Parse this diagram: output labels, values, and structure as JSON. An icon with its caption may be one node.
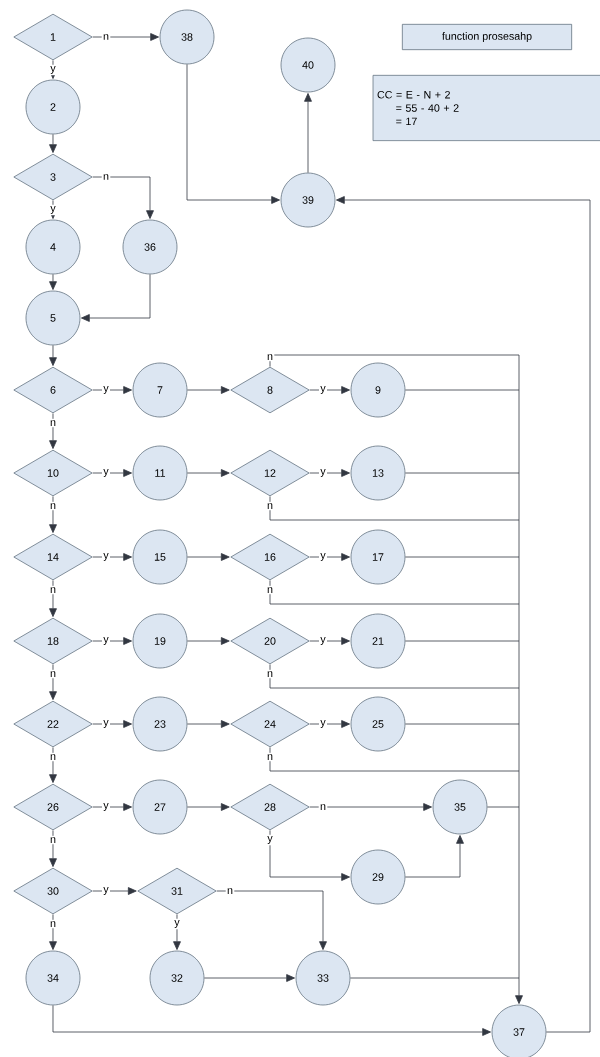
{
  "diagram": {
    "nodes": [
      {
        "text": [
          "1"
        ]
      },
      {
        "text": [
          "2"
        ]
      },
      {
        "text": [
          "3"
        ]
      },
      {
        "text": [
          "4"
        ]
      },
      {
        "text": [
          "5"
        ]
      },
      {
        "text": [
          "6"
        ]
      },
      {
        "text": [
          "7"
        ]
      },
      {
        "text": [
          "8"
        ]
      },
      {
        "text": [
          "9"
        ]
      },
      {
        "text": [
          "10"
        ]
      },
      {
        "text": [
          "11"
        ]
      },
      {
        "text": [
          "12"
        ]
      },
      {
        "text": [
          "13"
        ]
      },
      {
        "text": [
          "14"
        ]
      },
      {
        "text": [
          "15"
        ]
      },
      {
        "text": [
          "16"
        ]
      },
      {
        "text": [
          "17"
        ]
      },
      {
        "text": [
          "18"
        ]
      },
      {
        "text": [
          "19"
        ]
      },
      {
        "text": [
          "20"
        ]
      },
      {
        "text": [
          "21"
        ]
      },
      {
        "text": [
          "22"
        ]
      },
      {
        "text": [
          "23"
        ]
      },
      {
        "text": [
          "24"
        ]
      },
      {
        "text": [
          "25"
        ]
      },
      {
        "text": [
          "26"
        ]
      },
      {
        "text": [
          "27"
        ]
      },
      {
        "text": [
          "28"
        ]
      },
      {
        "text": [
          "29"
        ]
      },
      {
        "text": [
          "30"
        ]
      },
      {
        "text": [
          "31"
        ]
      },
      {
        "text": [
          "32"
        ]
      },
      {
        "text": [
          "33"
        ]
      },
      {
        "text": [
          "34"
        ]
      },
      {
        "text": [
          "35"
        ]
      },
      {
        "text": [
          "36"
        ]
      },
      {
        "text": [
          "37"
        ]
      },
      {
        "text": [
          "38"
        ]
      },
      {
        "text": [
          "39"
        ]
      },
      {
        "text": [
          "40"
        ]
      },
      {
        "text": [
          "function prosesahp"
        ]
      },
      {
        "text": [
          "CC = E - N + 2",
          "= 55 - 40 + 2",
          "= 17"
        ]
      }
    ],
    "edges": [
      {
        "from": 0,
        "to": 37,
        "arrow": "to",
        "label": "n"
      },
      {
        "from": 0,
        "to": 1,
        "arrow": "to",
        "label": "y"
      },
      {
        "from": 1,
        "to": 2,
        "arrow": "to"
      },
      {
        "from": 2,
        "to": 35,
        "arrow": "to",
        "label": "n"
      },
      {
        "from": 2,
        "to": 3,
        "arrow": "to",
        "label": "y"
      },
      {
        "from": 3,
        "to": 4,
        "arrow": "to"
      },
      {
        "from": 35,
        "to": 4,
        "arrow": "to"
      },
      {
        "from": 4,
        "to": 5,
        "arrow": "to"
      },
      {
        "from": 5,
        "to": 6,
        "arrow": "to",
        "label": "y"
      },
      {
        "from": 5,
        "to": 9,
        "arrow": "to",
        "label": "n"
      },
      {
        "from": 6,
        "to": 7,
        "arrow": "to"
      },
      {
        "from": 7,
        "to": 8,
        "arrow": "to",
        "label": "y"
      },
      {
        "from": 7,
        "to": 36,
        "arrow": "to",
        "label": "n"
      },
      {
        "from": 8,
        "to": 36,
        "arrow": "to"
      },
      {
        "from": 9,
        "to": 10,
        "arrow": "to",
        "label": "y"
      },
      {
        "from": 9,
        "to": 13,
        "arrow": "to",
        "label": "n"
      },
      {
        "from": 10,
        "to": 11,
        "arrow": "to"
      },
      {
        "from": 11,
        "to": 12,
        "arrow": "to",
        "label": "y"
      },
      {
        "from": 11,
        "to": 36,
        "arrow": "to",
        "label": "n"
      },
      {
        "from": 12,
        "to": 36,
        "arrow": "to"
      },
      {
        "from": 13,
        "to": 14,
        "arrow": "to",
        "label": "y"
      },
      {
        "from": 13,
        "to": 17,
        "arrow": "to",
        "label": "n"
      },
      {
        "from": 14,
        "to": 15,
        "arrow": "to"
      },
      {
        "from": 15,
        "to": 16,
        "arrow": "to",
        "label": "y"
      },
      {
        "from": 15,
        "to": 36,
        "arrow": "to",
        "label": "n"
      },
      {
        "from": 16,
        "to": 36,
        "arrow": "to"
      },
      {
        "from": 17,
        "to": 18,
        "arrow": "to",
        "label": "y"
      },
      {
        "from": 17,
        "to": 21,
        "arrow": "to",
        "label": "n"
      },
      {
        "from": 18,
        "to": 19,
        "arrow": "to"
      },
      {
        "from": 19,
        "to": 20,
        "arrow": "to",
        "label": "y"
      },
      {
        "from": 19,
        "to": 36,
        "arrow": "to",
        "label": "n"
      },
      {
        "from": 20,
        "to": 36,
        "arrow": "to"
      },
      {
        "from": 21,
        "to": 22,
        "arrow": "to",
        "label": "y"
      },
      {
        "from": 21,
        "to": 25,
        "arrow": "to",
        "label": "n"
      },
      {
        "from": 22,
        "to": 23,
        "arrow": "to"
      },
      {
        "from": 23,
        "to": 24,
        "arrow": "to",
        "label": "y"
      },
      {
        "from": 23,
        "to": 36,
        "arrow": "to",
        "label": "n"
      },
      {
        "from": 24,
        "to": 36,
        "arrow": "to"
      },
      {
        "from": 25,
        "to": 26,
        "arrow": "to",
        "label": "y"
      },
      {
        "from": 25,
        "to": 29,
        "arrow": "to",
        "label": "n"
      },
      {
        "from": 26,
        "to": 27,
        "arrow": "to"
      },
      {
        "from": 27,
        "to": 34,
        "arrow": "to",
        "label": "n"
      },
      {
        "from": 27,
        "to": 28,
        "arrow": "to",
        "label": "y"
      },
      {
        "from": 28,
        "to": 34,
        "arrow": "to"
      },
      {
        "from": 34,
        "to": 36,
        "arrow": "to"
      },
      {
        "from": 29,
        "to": 30,
        "arrow": "to",
        "label": "y"
      },
      {
        "from": 29,
        "to": 33,
        "arrow": "to",
        "label": "n"
      },
      {
        "from": 30,
        "to": 32,
        "arrow": "to",
        "label": "n"
      },
      {
        "from": 30,
        "to": 31,
        "arrow": "to",
        "label": "y"
      },
      {
        "from": 31,
        "to": 32,
        "arrow": "to"
      },
      {
        "from": 32,
        "to": 36,
        "arrow": "to"
      },
      {
        "from": 33,
        "to": 36,
        "arrow": "to"
      },
      {
        "from": 36,
        "to": 38,
        "arrow": "to"
      },
      {
        "from": 37,
        "to": 38,
        "arrow": "to"
      },
      {
        "from": 38,
        "to": 39,
        "arrow": "to"
      }
    ]
  }
}
